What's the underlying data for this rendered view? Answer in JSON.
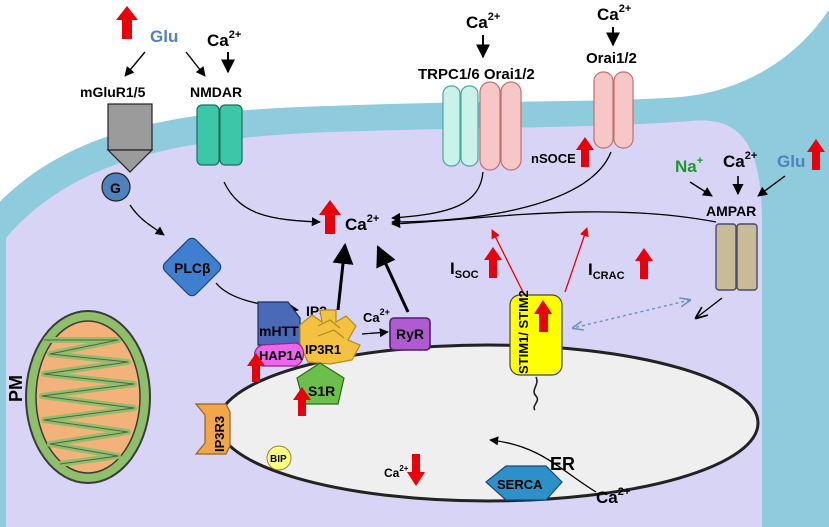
{
  "labels": {
    "glu_left": "Glu",
    "ca_nmdar": "Ca",
    "ca_sup": "2+",
    "mglur": "mGluR1/5",
    "nmdar": "NMDAR",
    "g_protein": "G",
    "plcb": "PLCβ",
    "ca_trpc": "Ca",
    "ca_orai": "Ca",
    "trpc_orai": "TRPC1/6 Orai1/2",
    "orai": "Orai1/2",
    "nsoce": "nSOCE",
    "na": "Na",
    "na_sup": "+",
    "ca_ampar": "Ca",
    "glu_right": "Glu",
    "ampar": "AMPAR",
    "ca_center": "Ca",
    "isoc_main": "I",
    "isoc_sub": "SOC",
    "icrac_main": "I",
    "icrac_sub": "CRAC",
    "ip3": "IP3",
    "mhtt": "mHTT",
    "hap1a": "HAP1A",
    "ip3r1": "IP3R1",
    "ca_ryr": "Ca",
    "ryr": "RyR",
    "stim": "STIM1/ STIM2",
    "s1r": "S1R",
    "ip3r3": "IP3R3",
    "pm": "PM",
    "bip": "BIP",
    "ca_er": "Ca",
    "er": "ER",
    "serca": "SERCA",
    "ca_serca": "Ca"
  },
  "colors": {
    "membrane": "#8ecbdc",
    "cytoplasm": "#d8d4f5",
    "er_lumen": "#efefef",
    "up_arrow": "#e8000b",
    "glu_text": "#4f81bd",
    "na_text": "#1a9a2a",
    "nmdar": "#3cc8a8",
    "trpc": "#c8f2ea",
    "orai": "#f7c6c6",
    "ampar": "#c7bb98",
    "plcb": "#3f7fd0",
    "mhtt": "#4a6ab8",
    "hap1a": "#ee66ee",
    "ip3r": "#f5c140",
    "ryr": "#b05bd0",
    "stim": "#ffff00",
    "s1r": "#6cbf4a",
    "serca": "#2e90c8",
    "mito_outer": "#8fbf6a",
    "mito_inner": "#f2b27a"
  }
}
